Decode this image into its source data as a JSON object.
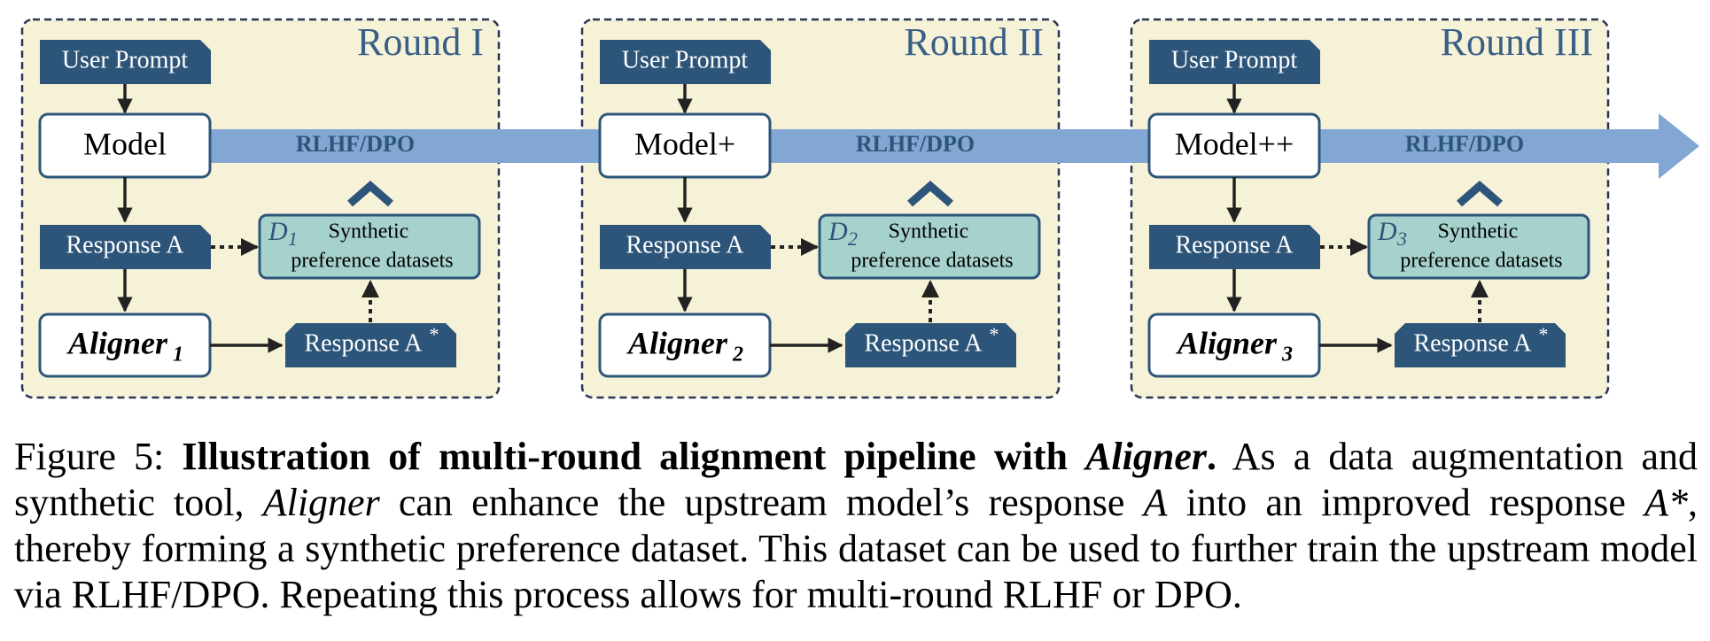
{
  "pipeline_label": "RLHF/DPO",
  "colors": {
    "panel_fill": "#f6f2d7",
    "panel_border": "#2b3550",
    "dark_box": "#2d5579",
    "teal_box": "#a6d2cd",
    "teal_border": "#2d5579",
    "arrow_band": "#82a7d3",
    "label_text": "#2d5579",
    "title_text": "#3a5f86"
  },
  "rounds": [
    {
      "title": "Round I",
      "prompt": "User Prompt",
      "model": "Model",
      "response": "Response A",
      "dataset_symbol": "D",
      "dataset_index": "1",
      "dataset_line1": "Synthetic",
      "dataset_line2": "preference datasets",
      "aligner": "Aligner",
      "aligner_index": "1",
      "improved": "Response A",
      "improved_mark": "*"
    },
    {
      "title": "Round II",
      "prompt": "User Prompt",
      "model": "Model+",
      "response": "Response A",
      "dataset_symbol": "D",
      "dataset_index": "2",
      "dataset_line1": "Synthetic",
      "dataset_line2": "preference datasets",
      "aligner": "Aligner",
      "aligner_index": "2",
      "improved": "Response A",
      "improved_mark": "*"
    },
    {
      "title": "Round III",
      "prompt": "User Prompt",
      "model": "Model++",
      "response": "Response A",
      "dataset_symbol": "D",
      "dataset_index": "3",
      "dataset_line1": "Synthetic",
      "dataset_line2": "preference datasets",
      "aligner": "Aligner",
      "aligner_index": "3",
      "improved": "Response A",
      "improved_mark": "*"
    }
  ],
  "caption": {
    "prefix": "Figure 5: ",
    "bold_a": "Illustration of multi-round alignment pipeline with ",
    "bold_italic": "Aligner",
    "bold_b": ".",
    "t1": " As a data augmentation and synthetic tool, ",
    "i1": "Aligner",
    "t2": " can enhance the upstream model’s response ",
    "i2": "A",
    "t3": " into an improved response ",
    "i3": "A*",
    "t4": ", thereby forming a synthetic preference dataset. This dataset can be used to further train the upstream model via RLHF/DPO. Repeating this process allows for multi-round RLHF or DPO."
  }
}
